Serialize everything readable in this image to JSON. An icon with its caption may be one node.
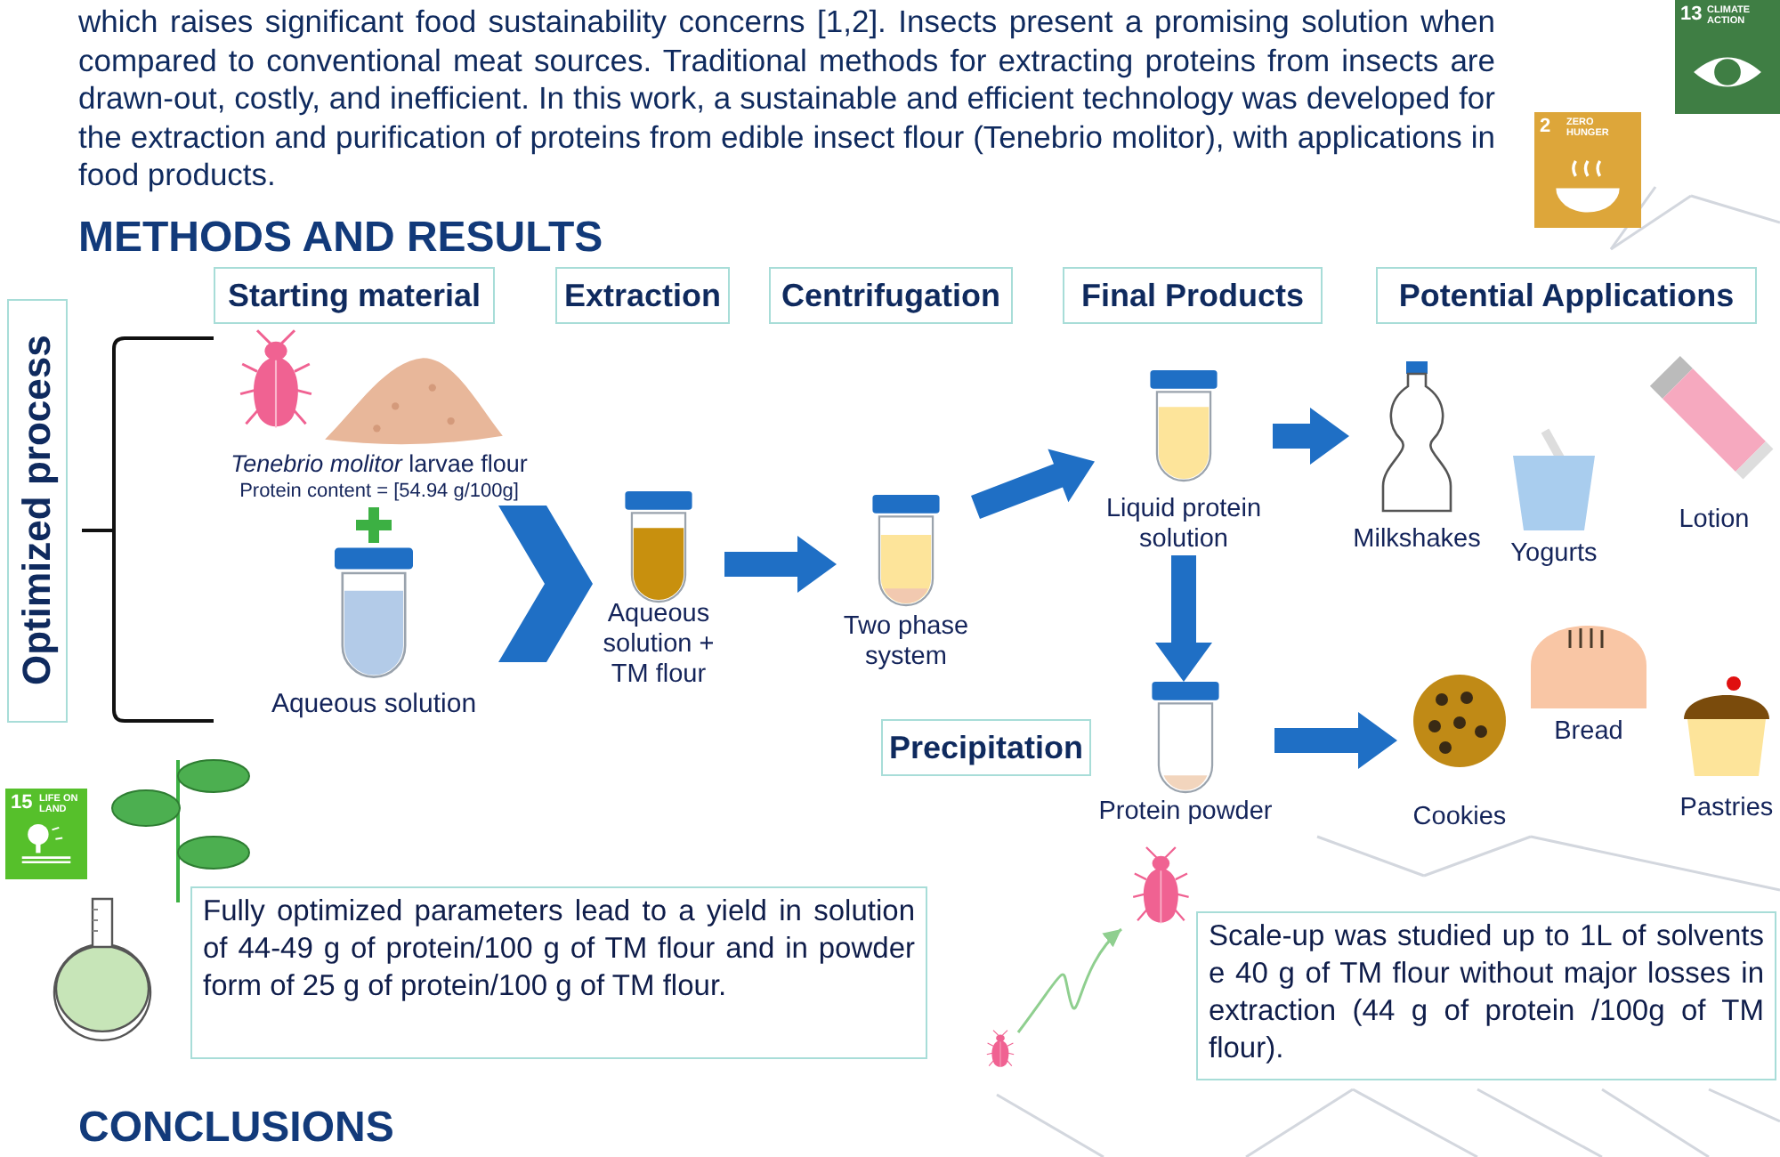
{
  "diagram": {
    "nodes": [
      {
        "text": [
          "Starting material"
        ]
      },
      {
        "text": [
          "Extraction"
        ]
      },
      {
        "text": [
          "Centrifugation"
        ]
      },
      {
        "text": [
          "Final Products"
        ]
      },
      {
        "text": [
          "Potential Applications"
        ]
      },
      {
        "text": [
          "Optimized process"
        ]
      },
      {
        "text": [
          "*Tenebrio molitor* larvae flour",
          "Protein content = [54.94 g/100g]"
        ]
      },
      {
        "text": [
          "Aqueous solution"
        ]
      },
      {
        "text": [
          "Aqueous solution + TM flour"
        ]
      },
      {
        "text": [
          "Two phase system"
        ]
      },
      {
        "text": [
          "Liquid protein solution"
        ]
      },
      {
        "text": [
          "Milkshakes"
        ]
      },
      {
        "text": [
          "Yogurts"
        ]
      },
      {
        "text": [
          "Lotion"
        ]
      },
      {
        "text": [
          "Precipitation"
        ]
      },
      {
        "text": [
          "Protein powder"
        ]
      },
      {
        "text": [
          "Cookies"
        ]
      },
      {
        "text": [
          "Bread"
        ]
      },
      {
        "text": [
          "Pastries"
        ]
      },
      {
        "text": [
          "Fully optimized parameters lead to a yield in solution of 44-49 g of protein/100 g of TM flour and in powder form of 25 g of protein/100 g of TM flour."
        ]
      },
      {
        "text": [
          "Scale-up was studied up to 1L of solvents e 40 g of TM flour without major losses in extraction (44 g of protein /100g of TM flour)."
        ]
      },
      {
        "text": [],
        "shape": "picture"
      },
      {
        "text": [],
        "shape": "picture"
      }
    ],
    "edges": [
      {
        "from": 7,
        "to": 8,
        "arrow": "to"
      },
      {
        "from": 8,
        "to": 9,
        "arrow": "to"
      },
      {
        "from": 9,
        "to": 10,
        "arrow": "to"
      },
      {
        "from": 10,
        "to": 11,
        "arrow": "to"
      },
      {
        "from": 10,
        "to": 15,
        "arrow": "to"
      },
      {
        "from": 15,
        "to": 16,
        "arrow": "to"
      },
      {
        "from": 22,
        "to": 21,
        "arrow": "to",
        "color": "#8fcf8f"
      }
    ],
    "labels": [
      "which raises significant food sustainability concerns [1,2]. Insects present a promising solution when compared to conventional meat sources. Traditional methods for extracting proteins from insects are drawn-out, costly, and inefficient. In this work, a sustainable and efficient technology was developed for the extraction and purification of proteins from edible insect flour (Tenebrio molitor), with applications in food products.",
      "13",
      "CLIMATE ACTION",
      "2",
      "ZERO HUNGER",
      "METHODS AND RESULTS",
      "15",
      "LIFE ON LAND",
      "CONCLUSIONS"
    ]
  }
}
